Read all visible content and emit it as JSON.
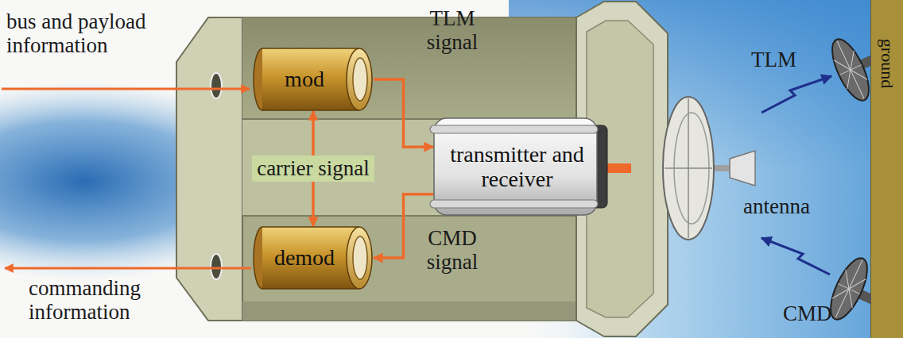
{
  "diagram": {
    "nodes": [
      {
        "text": [
          "mod"
        ]
      },
      {
        "text": [
          "transmitter and receiver"
        ]
      },
      {
        "text": [
          "demod"
        ]
      },
      {
        "text": [
          "ground"
        ]
      }
    ],
    "edges": [
      {
        "from": 0,
        "to": 1,
        "label": "TLM signal",
        "arrow": "to"
      },
      {
        "from": 1,
        "to": 2,
        "label": "CMD signal",
        "arrow": "to"
      },
      {
        "from": 0,
        "to": 2,
        "label": "carrier signal",
        "arrow": "both"
      }
    ],
    "labels": [
      "bus and payload information",
      "commanding information",
      "TLM",
      "antenna",
      "CMD"
    ]
  }
}
